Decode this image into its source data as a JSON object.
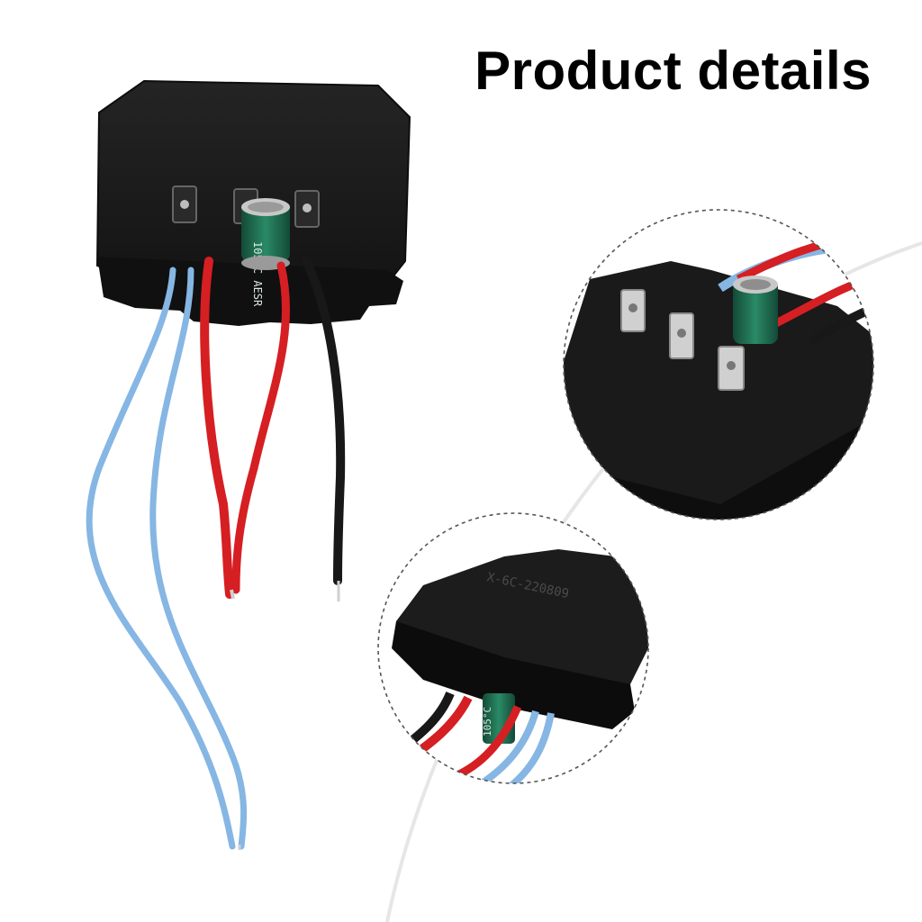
{
  "header": {
    "title": "Product details"
  },
  "product": {
    "main_view": {
      "capacitor_marking": "105°C AESR"
    },
    "detail_top": {
      "capacitor_marking": ""
    },
    "detail_bottom": {
      "board_marking": "X-6C-220809",
      "capacitor_marking": "105°C"
    }
  },
  "colors": {
    "background": "#ffffff",
    "module_body": "#1b1b1b",
    "module_edge": "#0d0d0d",
    "wire_blue": "#86b6e3",
    "wire_red": "#d51f23",
    "wire_black": "#181818",
    "capacitor": "#1d6b4f",
    "terminal": "#c4c4c4",
    "dashed_circle": "#555555"
  },
  "icons": {
    "main": "module-main-photo",
    "detail_top": "terminals-closeup-circle",
    "detail_bottom": "side-closeup-circle"
  }
}
